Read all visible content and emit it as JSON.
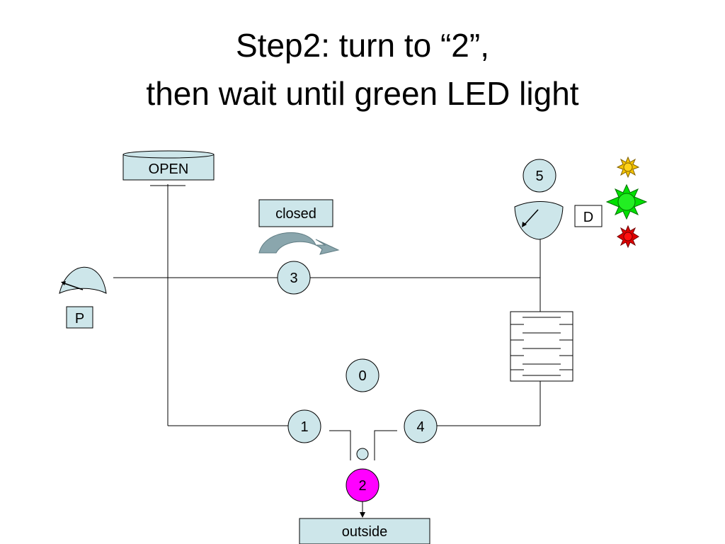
{
  "title": {
    "line1": "Step2: turn to “2”,",
    "line2": "then wait until green LED light"
  },
  "labels": {
    "open": "OPEN",
    "closed": "closed",
    "outside": "outside",
    "p": "P",
    "d": "D"
  },
  "nodes": {
    "n0": "0",
    "n1": "1",
    "n2": "2",
    "n3": "3",
    "n4": "4",
    "n5": "5"
  },
  "colors": {
    "node_fill": "#cde6ea",
    "active_node_fill": "#ff00ff",
    "led_yellow": "#f5c400",
    "led_green": "#00e000",
    "led_red": "#e00000"
  },
  "icons": {
    "closed_arrow": "curved-arrow-icon",
    "led_top": "yellow-led-icon",
    "led_middle": "green-led-icon",
    "led_bottom": "red-led-icon"
  }
}
